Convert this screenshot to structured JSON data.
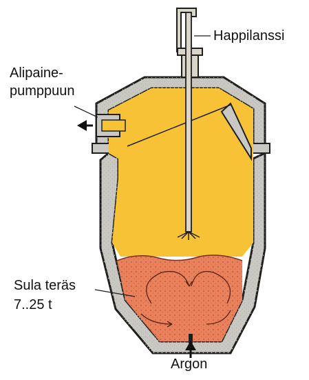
{
  "labels": {
    "oxygen_lance": "Happilanssi",
    "vacuum_pump_line1": "Alipaine-",
    "vacuum_pump_line2": "pumppuun",
    "molten_steel_line1": "Sula teräs",
    "molten_steel_line2": "7..25 t",
    "argon": "Argon"
  },
  "colors": {
    "refractory": "#c9c8c2",
    "outline": "#1e1e1e",
    "gas_space": "#f7c235",
    "molten_steel": "#e8825c",
    "steel_dots": "#c24a2a",
    "lance": "#d9d5c8"
  }
}
